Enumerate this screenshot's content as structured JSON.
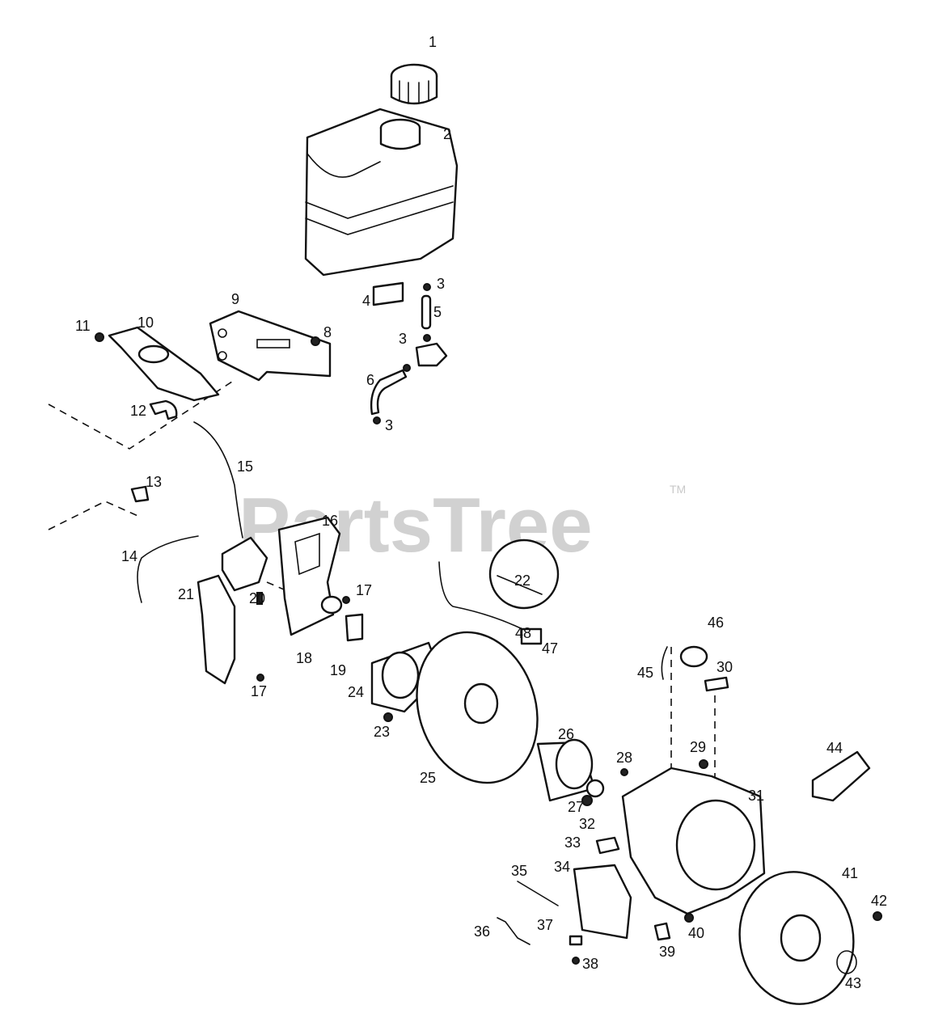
{
  "watermark": {
    "text": "PartsTree",
    "mark": "TM"
  },
  "callouts": [
    {
      "id": "c1",
      "label": "1"
    },
    {
      "id": "c2",
      "label": "2"
    },
    {
      "id": "c3a",
      "label": "3"
    },
    {
      "id": "c3b",
      "label": "3"
    },
    {
      "id": "c3c",
      "label": "3"
    },
    {
      "id": "c4",
      "label": "4"
    },
    {
      "id": "c5",
      "label": "5"
    },
    {
      "id": "c6",
      "label": "6"
    },
    {
      "id": "c8",
      "label": "8"
    },
    {
      "id": "c9",
      "label": "9"
    },
    {
      "id": "c10",
      "label": "10"
    },
    {
      "id": "c11",
      "label": "11"
    },
    {
      "id": "c12",
      "label": "12"
    },
    {
      "id": "c13",
      "label": "13"
    },
    {
      "id": "c14",
      "label": "14"
    },
    {
      "id": "c15",
      "label": "15"
    },
    {
      "id": "c16",
      "label": "16"
    },
    {
      "id": "c17a",
      "label": "17"
    },
    {
      "id": "c17b",
      "label": "17"
    },
    {
      "id": "c18",
      "label": "18"
    },
    {
      "id": "c19",
      "label": "19"
    },
    {
      "id": "c20",
      "label": "20"
    },
    {
      "id": "c21",
      "label": "21"
    },
    {
      "id": "c22",
      "label": "22"
    },
    {
      "id": "c23",
      "label": "23"
    },
    {
      "id": "c24",
      "label": "24"
    },
    {
      "id": "c25",
      "label": "25"
    },
    {
      "id": "c26",
      "label": "26"
    },
    {
      "id": "c27",
      "label": "27"
    },
    {
      "id": "c28",
      "label": "28"
    },
    {
      "id": "c29",
      "label": "29"
    },
    {
      "id": "c30",
      "label": "30"
    },
    {
      "id": "c31",
      "label": "31"
    },
    {
      "id": "c32",
      "label": "32"
    },
    {
      "id": "c33",
      "label": "33"
    },
    {
      "id": "c34",
      "label": "34"
    },
    {
      "id": "c35",
      "label": "35"
    },
    {
      "id": "c36",
      "label": "36"
    },
    {
      "id": "c37",
      "label": "37"
    },
    {
      "id": "c38",
      "label": "38"
    },
    {
      "id": "c39",
      "label": "39"
    },
    {
      "id": "c40",
      "label": "40"
    },
    {
      "id": "c41",
      "label": "41"
    },
    {
      "id": "c42",
      "label": "42"
    },
    {
      "id": "c43",
      "label": "43"
    },
    {
      "id": "c44",
      "label": "44"
    },
    {
      "id": "c45",
      "label": "45"
    },
    {
      "id": "c46",
      "label": "46"
    },
    {
      "id": "c47",
      "label": "47"
    },
    {
      "id": "c48",
      "label": "48"
    }
  ]
}
